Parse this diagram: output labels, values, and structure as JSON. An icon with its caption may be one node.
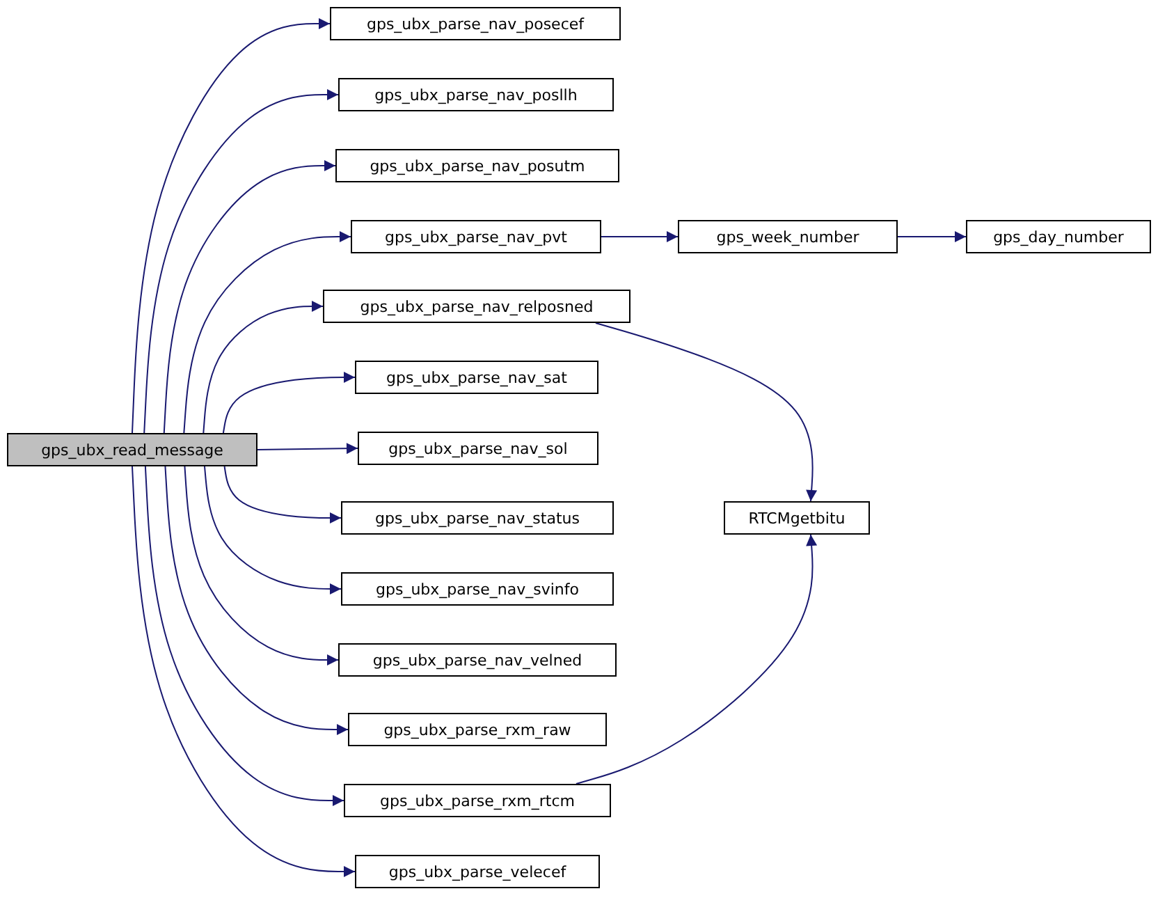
{
  "diagram": {
    "nodes": [
      {
        "text": [
          "gps_ubx_read_message"
        ]
      },
      {
        "text": [
          "gps_ubx_parse_nav_posecef"
        ]
      },
      {
        "text": [
          "gps_ubx_parse_nav_posllh"
        ]
      },
      {
        "text": [
          "gps_ubx_parse_nav_posutm"
        ]
      },
      {
        "text": [
          "gps_ubx_parse_nav_pvt"
        ]
      },
      {
        "text": [
          "gps_ubx_parse_nav_relposned"
        ]
      },
      {
        "text": [
          "gps_ubx_parse_nav_sat"
        ]
      },
      {
        "text": [
          "gps_ubx_parse_nav_sol"
        ]
      },
      {
        "text": [
          "gps_ubx_parse_nav_status"
        ]
      },
      {
        "text": [
          "gps_ubx_parse_nav_svinfo"
        ]
      },
      {
        "text": [
          "gps_ubx_parse_nav_velned"
        ]
      },
      {
        "text": [
          "gps_ubx_parse_rxm_raw"
        ]
      },
      {
        "text": [
          "gps_ubx_parse_rxm_rtcm"
        ]
      },
      {
        "text": [
          "gps_ubx_parse_velecef"
        ]
      },
      {
        "text": [
          "gps_week_number"
        ]
      },
      {
        "text": [
          "gps_day_number"
        ]
      },
      {
        "text": [
          "RTCMgetbitu"
        ]
      }
    ],
    "edges": [
      {
        "from": 0,
        "to": 1,
        "arrow": "to"
      },
      {
        "from": 0,
        "to": 2,
        "arrow": "to"
      },
      {
        "from": 0,
        "to": 3,
        "arrow": "to"
      },
      {
        "from": 0,
        "to": 4,
        "arrow": "to"
      },
      {
        "from": 0,
        "to": 5,
        "arrow": "to"
      },
      {
        "from": 0,
        "to": 6,
        "arrow": "to"
      },
      {
        "from": 0,
        "to": 7,
        "arrow": "to"
      },
      {
        "from": 0,
        "to": 8,
        "arrow": "to"
      },
      {
        "from": 0,
        "to": 9,
        "arrow": "to"
      },
      {
        "from": 0,
        "to": 10,
        "arrow": "to"
      },
      {
        "from": 0,
        "to": 11,
        "arrow": "to"
      },
      {
        "from": 0,
        "to": 12,
        "arrow": "to"
      },
      {
        "from": 0,
        "to": 13,
        "arrow": "to"
      },
      {
        "from": 4,
        "to": 14,
        "arrow": "to"
      },
      {
        "from": 14,
        "to": 15,
        "arrow": "to"
      },
      {
        "from": 5,
        "to": 16,
        "arrow": "to"
      },
      {
        "from": 12,
        "to": 16,
        "arrow": "to"
      }
    ]
  }
}
